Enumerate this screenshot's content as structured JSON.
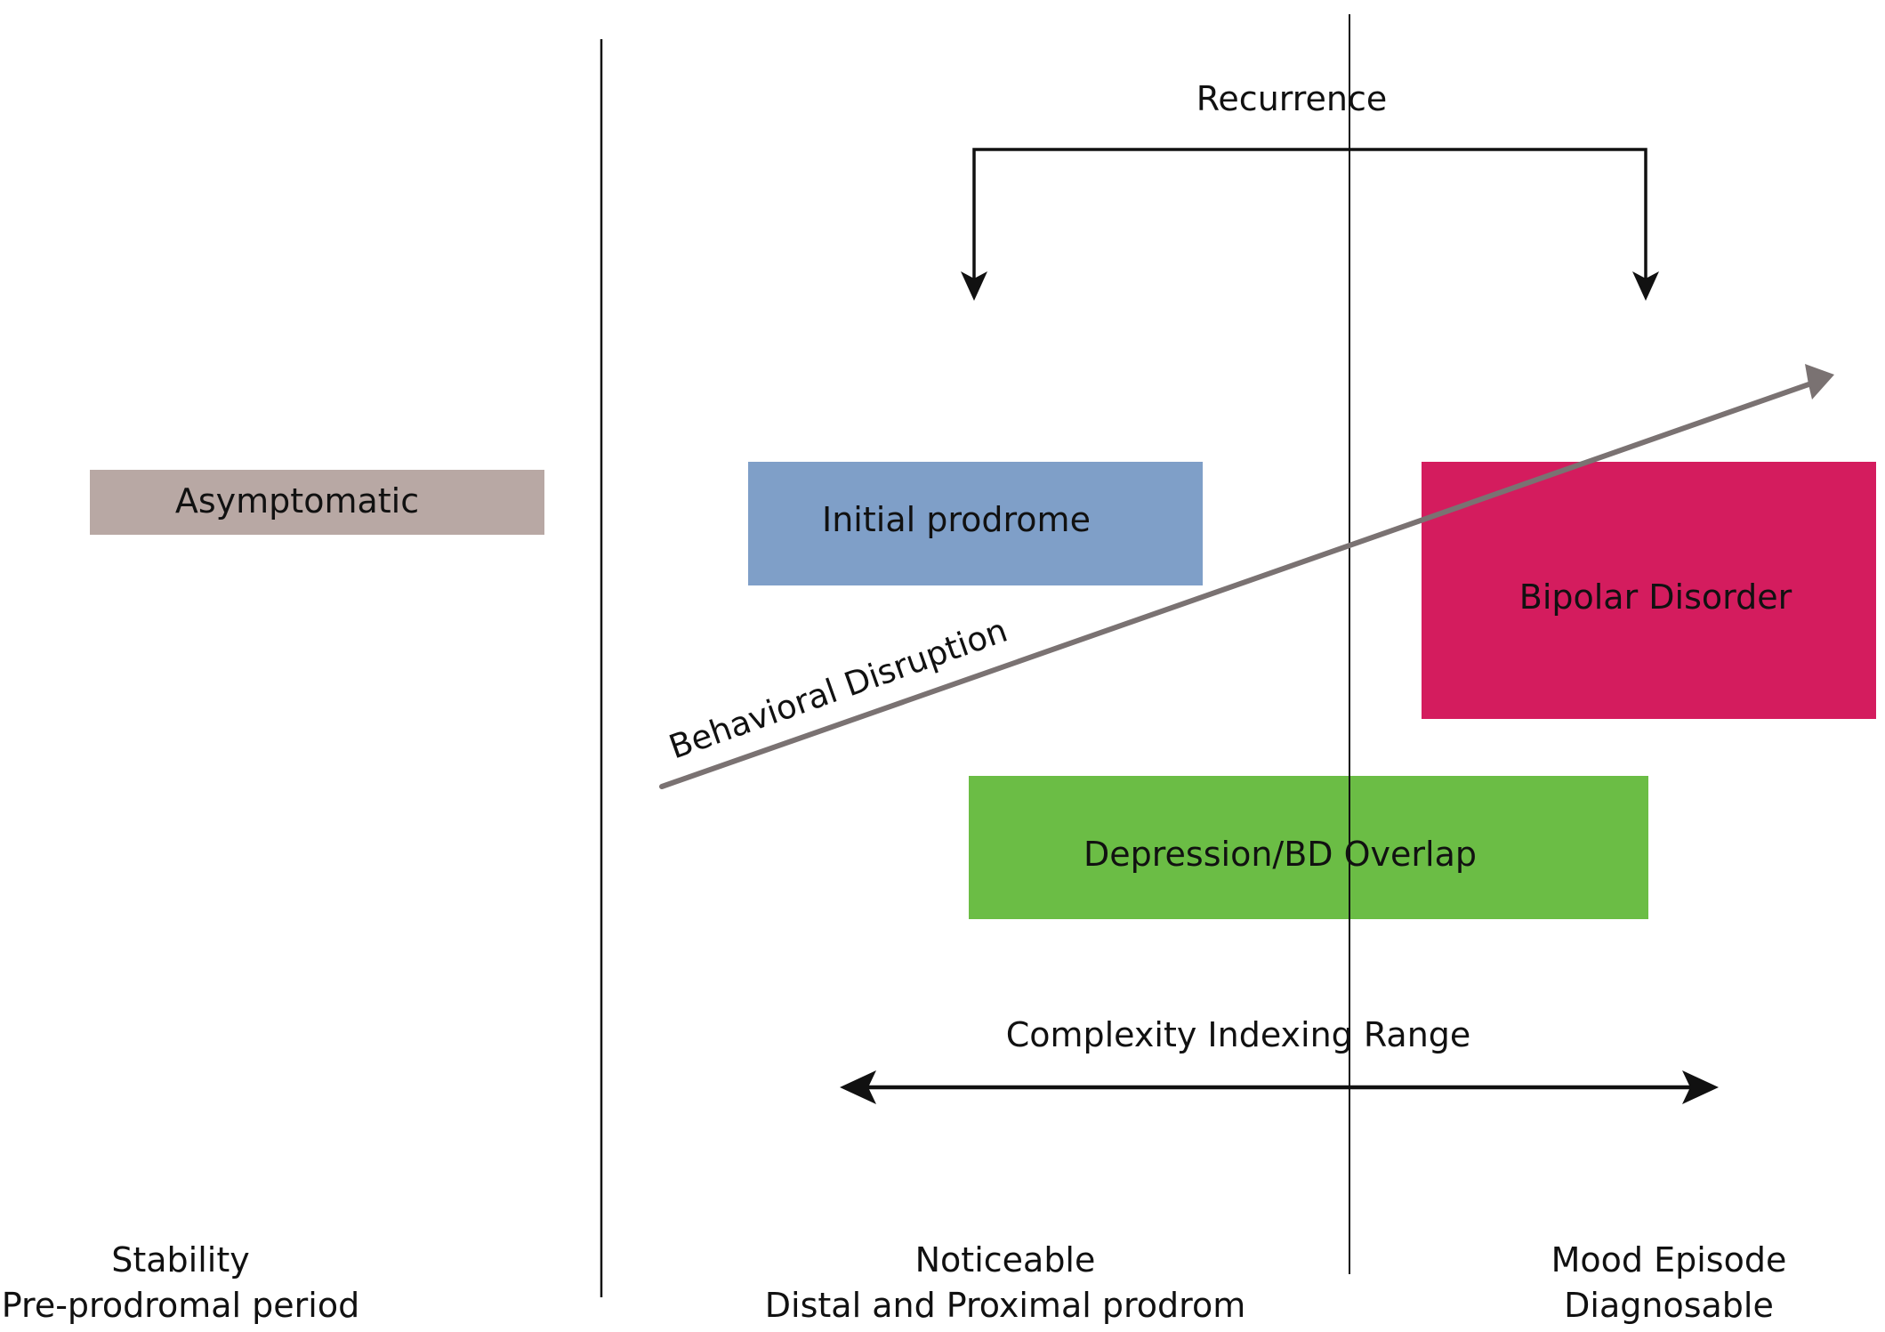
{
  "recurrence": {
    "label": "Recurrence"
  },
  "boxes": {
    "asymptomatic": {
      "label": "Asymptomatic",
      "color": "#b8a8a4"
    },
    "initial_prodrome": {
      "label": "Initial prodrome",
      "color": "#7f9fc8"
    },
    "bipolar_disorder": {
      "label": "Bipolar Disorder",
      "color": "#d41c5e"
    },
    "overlap": {
      "label": "Depression/BD Overlap",
      "color": "#6bbd45"
    }
  },
  "behavioral_disruption": {
    "label": "Behavioral Disruption",
    "color": "#7a7272"
  },
  "complexity_range": {
    "label": "Complexity Indexing Range"
  },
  "phases": {
    "stability": {
      "line1": "Stability",
      "line2": "Pre-prodromal period"
    },
    "noticeable": {
      "line1": "Noticeable",
      "line2": "Distal and Proximal prodrom"
    },
    "mood_episode": {
      "line1": "Mood Episode",
      "line2": "Diagnosable"
    }
  }
}
